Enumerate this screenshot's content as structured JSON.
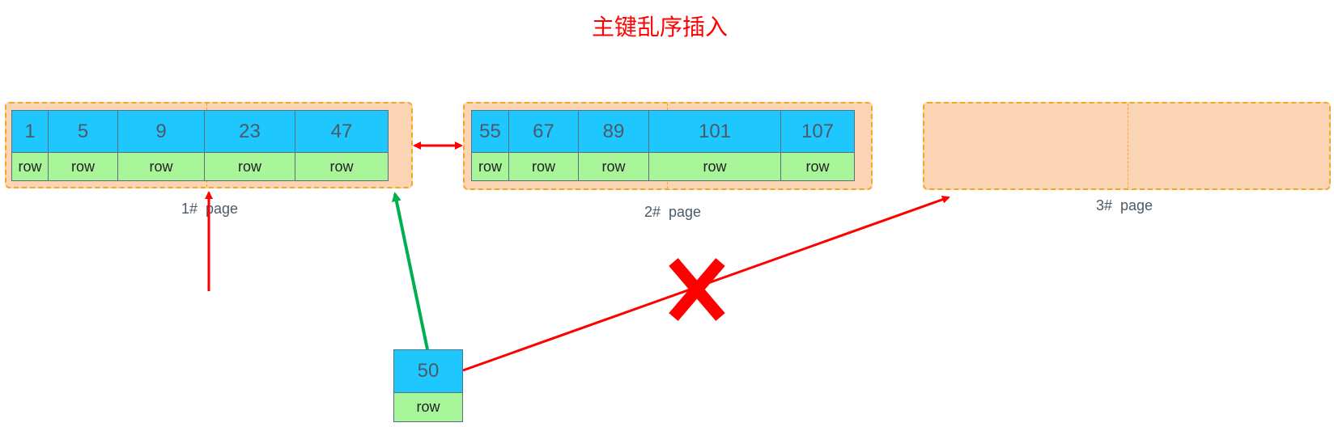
{
  "title": "主键乱序插入",
  "pages": [
    {
      "label": "1#  page",
      "records": [
        {
          "key": "1",
          "row": "row"
        },
        {
          "key": "5",
          "row": "row"
        },
        {
          "key": "9",
          "row": "row"
        },
        {
          "key": "23",
          "row": "row"
        },
        {
          "key": "47",
          "row": "row"
        }
      ]
    },
    {
      "label": "2#  page",
      "records": [
        {
          "key": "55",
          "row": "row"
        },
        {
          "key": "67",
          "row": "row"
        },
        {
          "key": "89",
          "row": "row"
        },
        {
          "key": "101",
          "row": "row"
        },
        {
          "key": "107",
          "row": "row"
        }
      ]
    },
    {
      "label": "3#  page",
      "records": []
    }
  ],
  "new_record": {
    "key": "50",
    "row": "row"
  },
  "colors": {
    "title": "#ff0000",
    "page_fill": "#fbd4b4",
    "page_border": "#f5a623",
    "key_fill": "#1ec8ff",
    "row_fill": "#a8f59a",
    "arrow_red": "#ff0000",
    "arrow_green": "#00b050"
  }
}
